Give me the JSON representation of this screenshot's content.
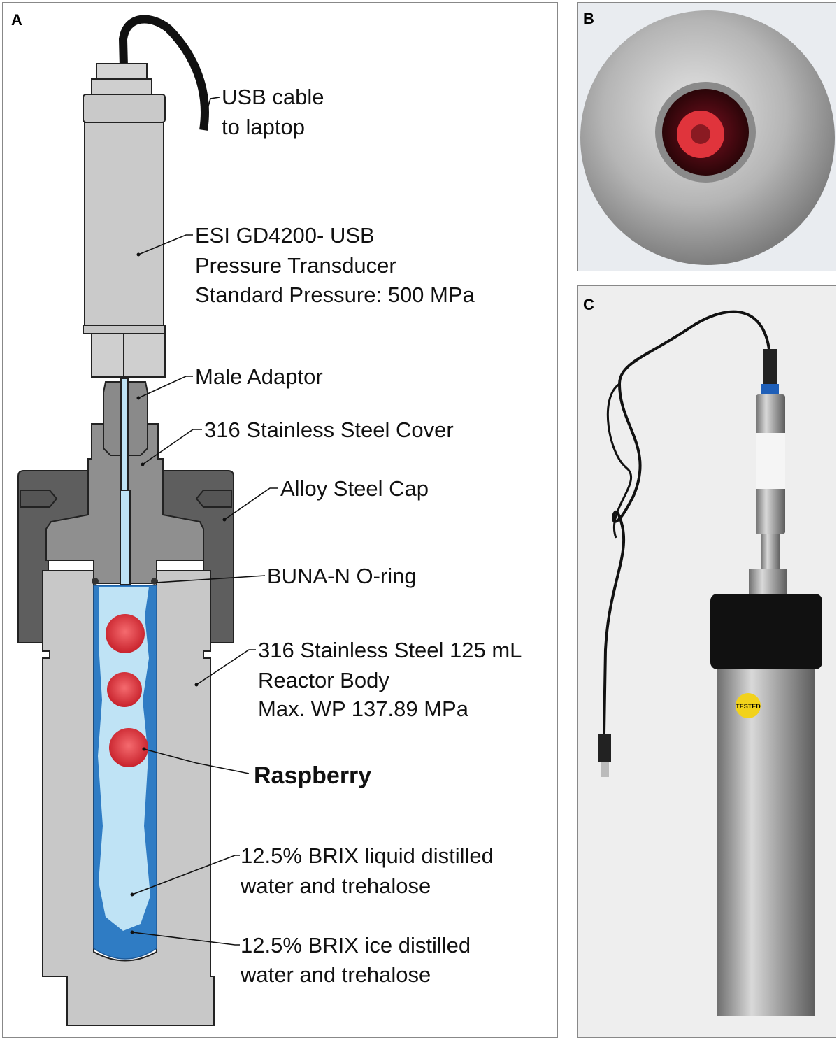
{
  "panels": {
    "a": {
      "label": "A"
    },
    "b": {
      "label": "B"
    },
    "c": {
      "label": "C",
      "sticker": "TESTED"
    }
  },
  "annotations": {
    "usb_cable": [
      "USB cable",
      "to laptop"
    ],
    "transducer": [
      "ESI GD4200- USB",
      "Pressure Transducer",
      "Standard Pressure: 500 MPa"
    ],
    "male_adaptor": "Male Adaptor",
    "cover": "316 Stainless Steel Cover",
    "cap": "Alloy Steel Cap",
    "oring": "BUNA-N O-ring",
    "reactor": [
      "316 Stainless Steel 125 mL",
      "Reactor Body",
      "Max. WP 137.89 MPa"
    ],
    "raspberry": "Raspberry",
    "liquid": [
      "12.5% BRIX liquid distilled",
      "water and trehalose"
    ],
    "ice": [
      "12.5% BRIX ice distilled",
      "water and trehalose"
    ]
  },
  "colors": {
    "liquid": "#bfe3f5",
    "ice": "#2f7cc4",
    "steel_light": "#c8c8c8",
    "steel_mid": "#8f8f8f",
    "cap_dark": "#5e5e5e",
    "raspberry": "#e0343c"
  }
}
